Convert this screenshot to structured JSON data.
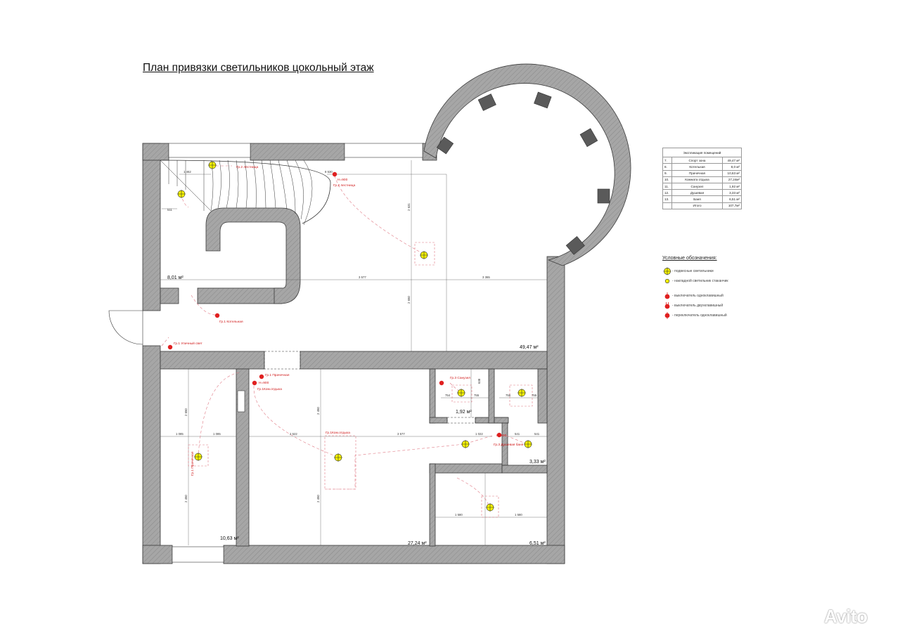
{
  "title": "План привязки светильников цокольный этаж",
  "colors": {
    "wall": "#a6a6a6",
    "wall_stroke": "#3a3a3a",
    "switch": "#e02020",
    "wiring": "#e07a85",
    "lamp": "#f5f200"
  },
  "rooms": [
    {
      "area": "8,01 м²"
    },
    {
      "area": "49,47 м²"
    },
    {
      "area": "1,92 м²"
    },
    {
      "area": "3,33 м²"
    },
    {
      "area": "10,63 м²"
    },
    {
      "area": "27,24 м²"
    },
    {
      "area": "6,51 м²"
    }
  ],
  "labels": {
    "gr2_lestnitsa_a": "Гр.2 лестница",
    "h900_a": "Н=900",
    "gr2_lestnitsa_b": "Гр.2 лестница",
    "gr1_kotelnaya": "Гр.1 Котельная",
    "gr1_ulichny": "Гр.1 Уличный свет",
    "gr1_prachechnaya_a": "Гр.1 Прачечная",
    "h900_b": "Н=900",
    "gr1_komnata": "Гр.1Ком.отдыха",
    "gr3_sanuzel": "Гр.3 Санузел",
    "gr1_komnata_b": "Гр.1Ком.отдыха",
    "h900_c": "Н=900",
    "gr3_dushevaya": "Гр.3 Душевая баня",
    "gr1_prachechnaya_b": "Гр.1 Прачечная"
  },
  "dimensions": {
    "d1462": "1 462",
    "d511": "511",
    "d8530": "8 530",
    "d3577a": "3 577",
    "d3365": "3 365",
    "d2631": "2 631",
    "d2650a": "2 650",
    "d1085a": "1 085",
    "d1085b": "1 085",
    "d2522": "2 522",
    "d3577b": "3 577",
    "d1022": "1 022",
    "d541a": "541",
    "d541b": "541",
    "d2450a": "2 450",
    "d2450b": "2 450",
    "d2650b": "2 650",
    "d1580a": "1 580",
    "d1580b": "1 580",
    "d754": "754",
    "d755": "755",
    "d638": "638",
    "d756": "756",
    "d755b": "755"
  },
  "explication": {
    "header": "Экспликация помещений",
    "rows": [
      {
        "num": "7.",
        "name": "Спорт зона",
        "area": "49,47 м²"
      },
      {
        "num": "8.",
        "name": "Котельная",
        "area": "8,0 м²"
      },
      {
        "num": "9.",
        "name": "Прачечная",
        "area": "10,63 м²"
      },
      {
        "num": "10.",
        "name": "Комната отдыха",
        "area": "27,24м²"
      },
      {
        "num": "11.",
        "name": "Санузел",
        "area": "1,92 м²"
      },
      {
        "num": "12.",
        "name": "Душевая",
        "area": "3,33 м²"
      },
      {
        "num": "13.",
        "name": "Баня",
        "area": "6,51 м²"
      },
      {
        "num": "",
        "name": "Итого",
        "area": "107,7м²"
      }
    ]
  },
  "legend": {
    "title": "Условные обозначения:",
    "items": [
      {
        "icon": "pendant-lamp-icon",
        "text": "- подвесные светильники"
      },
      {
        "icon": "surface-lamp-icon",
        "text": "- накладной светильник стаканчик"
      },
      {
        "icon": "single-switch-icon",
        "text": "- выключатель одноклавишный"
      },
      {
        "icon": "double-switch-icon",
        "text": "- выключатель двухклавишный"
      },
      {
        "icon": "toggle-switch-icon",
        "text": "- переключатель одноклавишный"
      }
    ]
  },
  "watermark": "Avito"
}
